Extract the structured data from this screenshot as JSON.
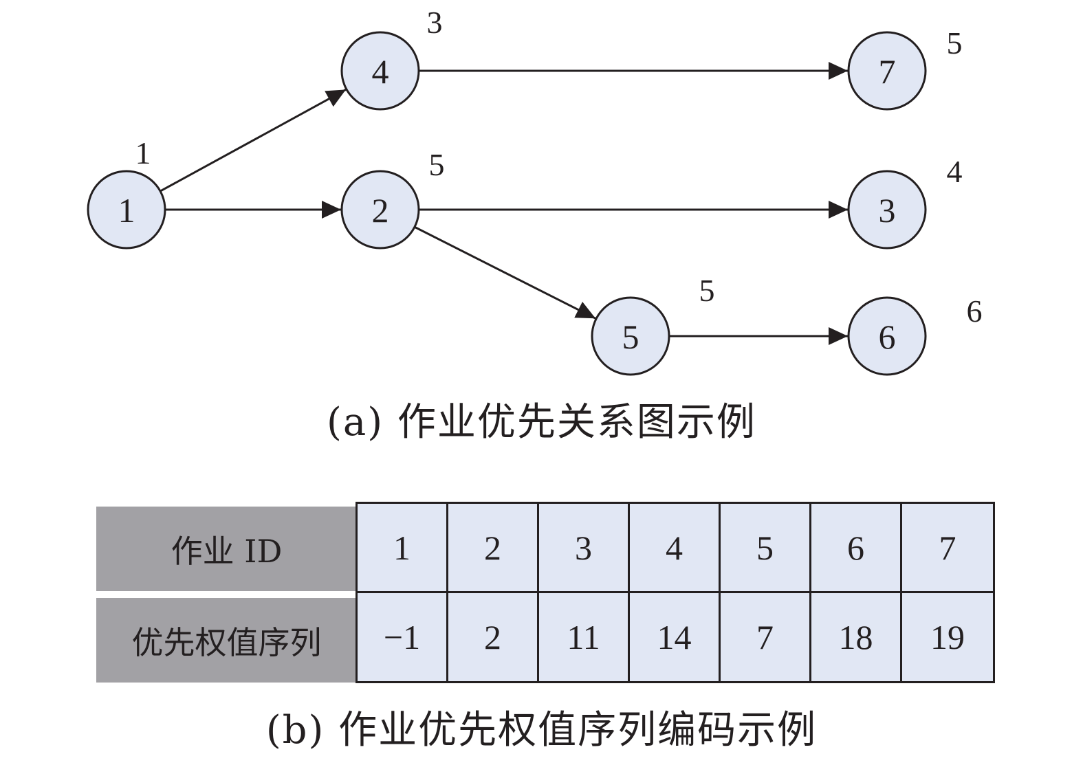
{
  "diagram": {
    "title": "作业优先关系图示例",
    "caption_a": "(a) 作业优先关系图示例",
    "colors": {
      "node_fill": "#e1e7f4",
      "stroke": "#231f20",
      "header_fill": "#a2a1a5"
    },
    "nodes": [
      {
        "id": "1",
        "label": "1",
        "weight": "1"
      },
      {
        "id": "2",
        "label": "2",
        "weight": "5"
      },
      {
        "id": "3",
        "label": "3",
        "weight": "4"
      },
      {
        "id": "4",
        "label": "4",
        "weight": "3"
      },
      {
        "id": "5",
        "label": "5",
        "weight": "5"
      },
      {
        "id": "6",
        "label": "6",
        "weight": "6"
      },
      {
        "id": "7",
        "label": "7",
        "weight": "5"
      }
    ],
    "edges": [
      {
        "from": "1",
        "to": "4"
      },
      {
        "from": "1",
        "to": "2"
      },
      {
        "from": "4",
        "to": "7"
      },
      {
        "from": "2",
        "to": "3"
      },
      {
        "from": "2",
        "to": "5"
      },
      {
        "from": "5",
        "to": "6"
      }
    ]
  },
  "table": {
    "caption_b": "(b) 作业优先权值序列编码示例",
    "row_headers": [
      "作业 ID",
      "优先权值序列"
    ],
    "job_ids": [
      "1",
      "2",
      "3",
      "4",
      "5",
      "6",
      "7"
    ],
    "priority_values": [
      "−1",
      "2",
      "11",
      "14",
      "7",
      "18",
      "19"
    ]
  }
}
